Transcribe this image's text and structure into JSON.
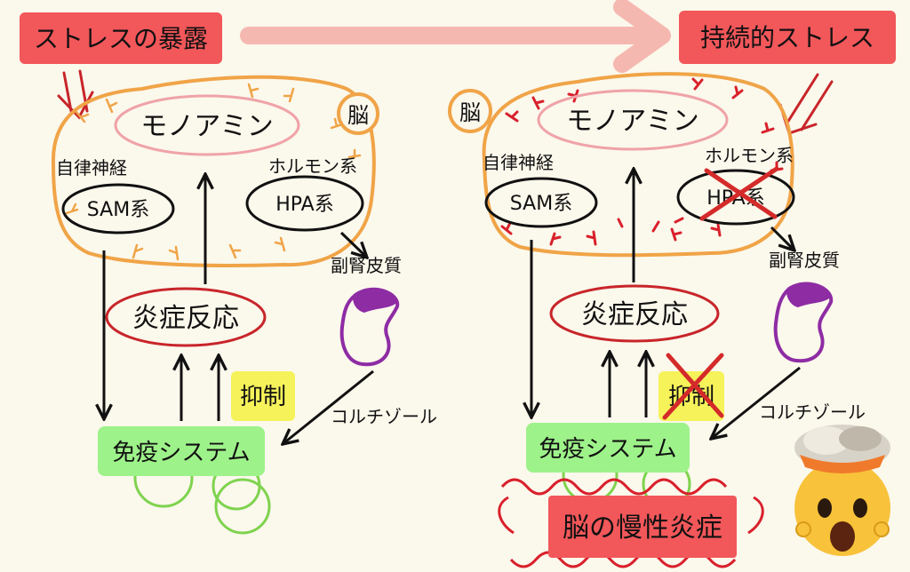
{
  "colors": {
    "background": "#fbf8ec",
    "brain_outline": "#f0a447",
    "vessel_left": "#f0a447",
    "vessel_right": "#d9202b",
    "red_box": "#f2575a",
    "green_box": "#9ef28a",
    "yellow_box": "#f6f25a",
    "pink_ellipse": "#efa3a8",
    "purple_kidney": "#8e2ca4",
    "cross": "#d42a2a"
  },
  "header": {
    "stress_exposure": "ストレスの暴露",
    "chronic_stress": "持続的ストレス"
  },
  "left": {
    "brain_label": "脳",
    "monoamine": "モノアミン",
    "autonomic_nerve": "自律神経",
    "sam": "SAM系",
    "hormone": "ホルモン系",
    "hpa": "HPA系",
    "adrenal_cortex": "副腎皮質",
    "inflammation": "炎症反応",
    "suppression": "抑制",
    "cortisol": "コルチゾール",
    "immune": "免疫システム"
  },
  "right": {
    "brain_label": "脳",
    "monoamine": "モノアミン",
    "autonomic_nerve": "自律神経",
    "sam": "SAM系",
    "hormone": "ホルモン系",
    "hpa": "HPA系",
    "adrenal_cortex": "副腎皮質",
    "inflammation": "炎症反応",
    "suppression": "抑制",
    "cortisol": "コルチゾール",
    "immune": "免疫システム",
    "neuroinflammation": "脳の慢性炎症"
  }
}
